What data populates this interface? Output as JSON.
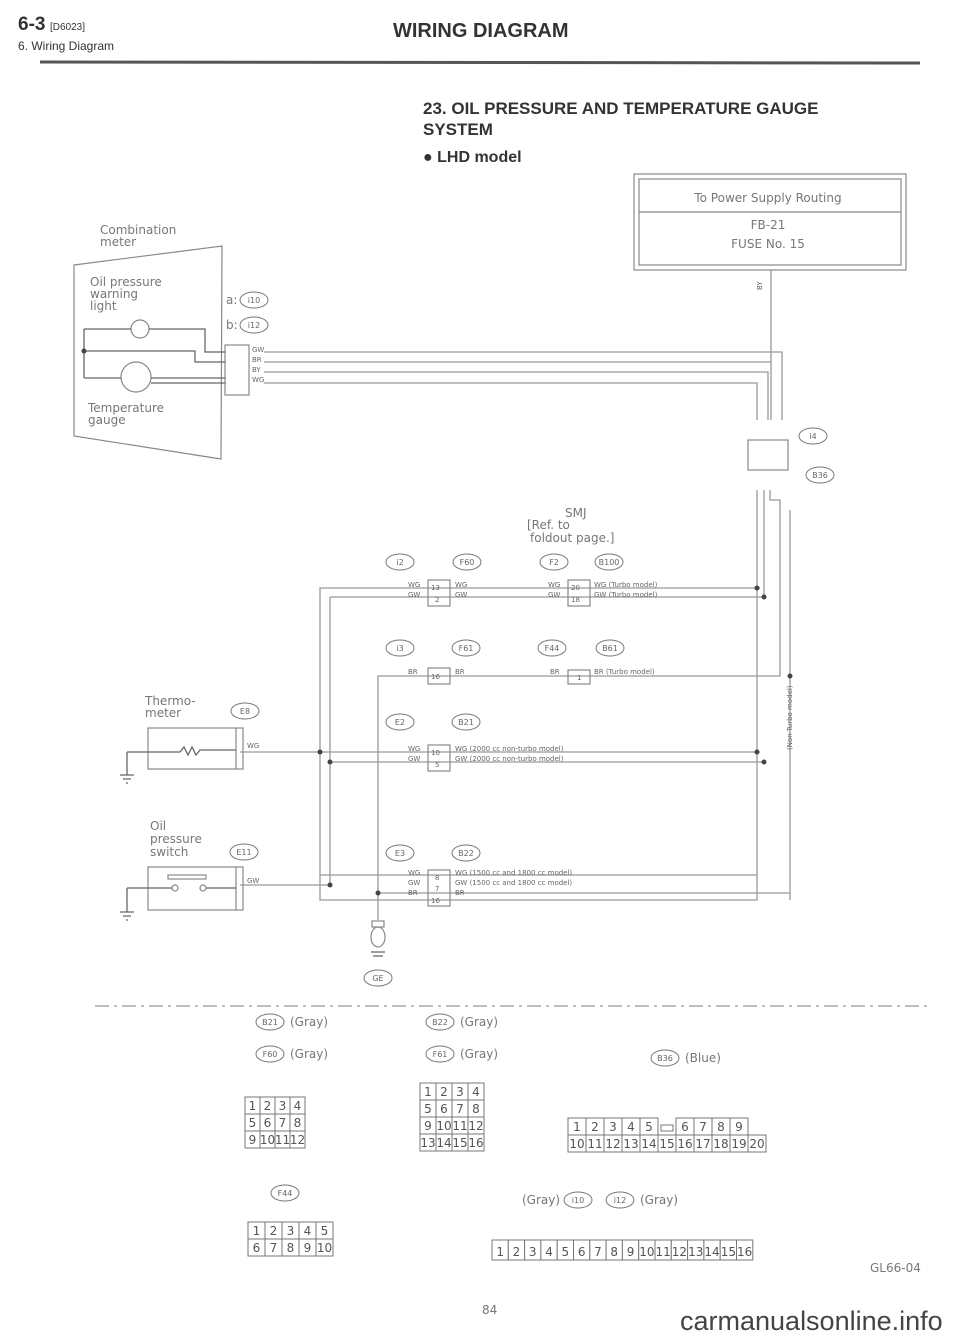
{
  "header": {
    "section": "6-3",
    "code": "[D6023]",
    "subtitle": "6. Wiring Diagram",
    "title": "WIRING DIAGRAM"
  },
  "diagram_title": {
    "line1": "23. OIL PRESSURE AND TEMPERATURE GAUGE",
    "line2": "SYSTEM",
    "model": "● LHD model"
  },
  "power_box": {
    "title": "To Power Supply Routing",
    "fuse_block": "FB-21",
    "fuse": "FUSE No. 15",
    "wire": "BY"
  },
  "combination_meter": {
    "label1": "Combination",
    "label2": "meter",
    "oil_light1": "Oil pressure",
    "oil_light2": "warning",
    "oil_light3": "light",
    "temp1": "Temperature",
    "temp2": "gauge",
    "conn_a": "a:",
    "conn_a_id": "i10",
    "conn_b": "b:",
    "conn_b_id": "i12",
    "wires": [
      "GW",
      "BR",
      "BY",
      "WG"
    ]
  },
  "smj": {
    "line1": "SMJ",
    "line2": "[Ref. to",
    "line3": "foldout page.]"
  },
  "connectors": {
    "i4": "i4",
    "b36": "B36",
    "row1": {
      "a": "i2",
      "b": "F60",
      "c": "F2",
      "d": "B100",
      "pin1": "13",
      "pin2": "2",
      "pin3": "20",
      "pin4": "18",
      "wire1": "WG",
      "wire2": "GW",
      "note1": "WG (Turbo model)",
      "note2": "GW (Turbo model)"
    },
    "row2": {
      "a": "i3",
      "b": "F61",
      "c": "F44",
      "d": "B61",
      "pin1": "16",
      "pin2": "1",
      "wire": "BR",
      "note": "BR (Turbo model)"
    },
    "row3": {
      "a": "E2",
      "b": "B21",
      "pin1": "10",
      "pin2": "5",
      "wire1": "WG",
      "wire2": "GW",
      "note1": "WG (2000 cc non-turbo model)",
      "note2": "GW (2000 cc non-turbo model)"
    },
    "row4": {
      "a": "E3",
      "b": "B22",
      "pin1": "8",
      "pin2": "7",
      "pin3": "16",
      "wire1": "WG",
      "wire2": "GW",
      "wire3": "BR",
      "note1": "WG (1500 cc and 1800 cc model)",
      "note2": "GW (1500 cc and 1800 cc model)"
    },
    "non_turbo": "(Non-Turbo model)"
  },
  "thermometer": {
    "label1": "Thermo-",
    "label2": "meter",
    "id": "E8",
    "wire": "WG"
  },
  "oil_switch": {
    "label1": "Oil",
    "label2": "pressure",
    "label3": "switch",
    "id": "E11",
    "wire": "GW"
  },
  "ground": {
    "id": "GE"
  },
  "legend": {
    "b21": "B21",
    "b21_color": "(Gray)",
    "f60": "F60",
    "f60_color": "(Gray)",
    "b22": "B22",
    "b22_color": "(Gray)",
    "f61": "F61",
    "f61_color": "(Gray)",
    "b36": "B36",
    "b36_color": "(Blue)",
    "f44": "F44",
    "i10_color": "(Gray)",
    "i10": "i10",
    "i12": "i12",
    "i12_color": "(Gray)"
  },
  "pin_grids": {
    "g12": [
      [
        "1",
        "2",
        "3",
        "4"
      ],
      [
        "5",
        "6",
        "7",
        "8"
      ],
      [
        "9",
        "10",
        "11",
        "12"
      ]
    ],
    "g16": [
      [
        "1",
        "2",
        "3",
        "4"
      ],
      [
        "5",
        "6",
        "7",
        "8"
      ],
      [
        "9",
        "10",
        "11",
        "12"
      ],
      [
        "13",
        "14",
        "15",
        "16"
      ]
    ],
    "g20": [
      [
        "1",
        "2",
        "3",
        "4",
        "5",
        "",
        "6",
        "7",
        "8",
        "9"
      ],
      [
        "10",
        "11",
        "12",
        "13",
        "14",
        "15",
        "16",
        "17",
        "18",
        "19",
        "20"
      ]
    ],
    "g10": [
      [
        "1",
        "2",
        "3",
        "4",
        "5"
      ],
      [
        "6",
        "7",
        "8",
        "9",
        "10"
      ]
    ],
    "g16row": [
      [
        "1",
        "2",
        "3",
        "4",
        "5",
        "6",
        "7",
        "8",
        "9",
        "10",
        "11",
        "12",
        "13",
        "14",
        "15",
        "16"
      ]
    ]
  },
  "footer": {
    "figure_id": "GL66-04",
    "page": "84",
    "watermark": "carmanualsonline.info"
  }
}
